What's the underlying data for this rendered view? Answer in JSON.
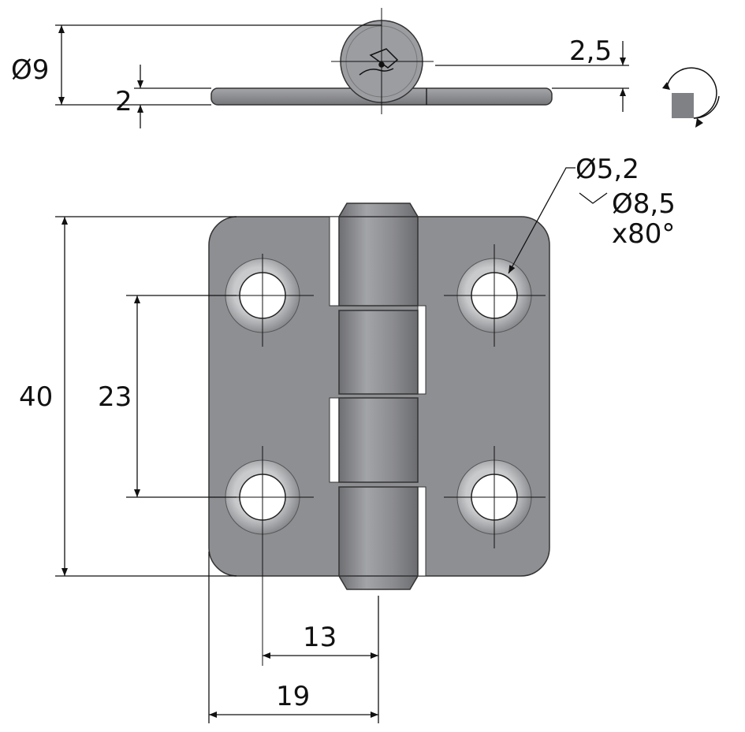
{
  "title": "Hinge technical drawing",
  "dimensions": {
    "knuckle_diameter": "Ø9",
    "plate_thickness": "2",
    "offset": "2,5",
    "hole_diameter": "Ø5,2",
    "countersink_diameter": "Ø8,5",
    "countersink_angle": "x80°",
    "height": "40",
    "hole_spacing_vertical": "23",
    "hole_to_axis": "13",
    "leaf_width": "19"
  },
  "colors": {
    "metal": "#8e8f93",
    "metal_dark": "#6f7074",
    "metal_light": "#b9babd",
    "line": "#111111"
  },
  "icons": [
    "rotation-arrow-icon",
    "manufacturer-logo"
  ]
}
